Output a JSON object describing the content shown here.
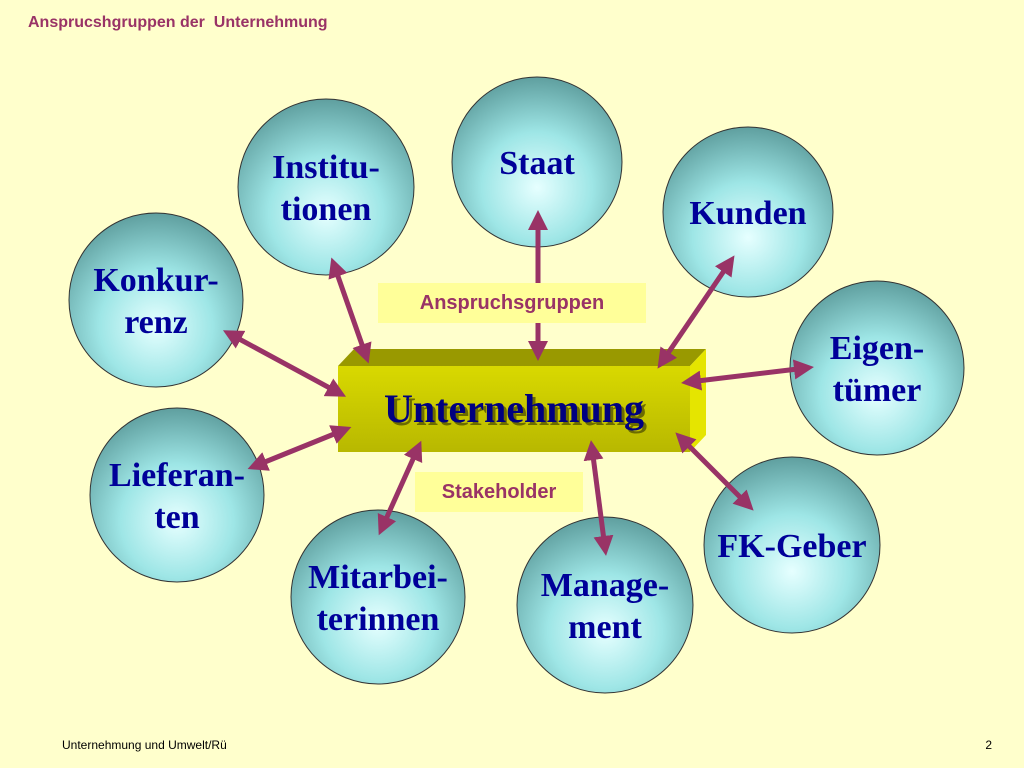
{
  "slide": {
    "title": "Ansprucshgruppen der  Unternehmung",
    "footer_left": "Unternehmung und Umwelt/Rü",
    "page_number": "2"
  },
  "center": {
    "label": "Unternehmung"
  },
  "tags": {
    "top": "Anspruchsgruppen",
    "bottom": "Stakeholder"
  },
  "nodes": [
    {
      "id": "staat",
      "lines": [
        "Staat"
      ]
    },
    {
      "id": "institutionen",
      "lines": [
        "Institu-",
        "tionen"
      ]
    },
    {
      "id": "kunden",
      "lines": [
        "Kunden"
      ]
    },
    {
      "id": "konkurrenz",
      "lines": [
        "Konkur-",
        "renz"
      ]
    },
    {
      "id": "eigentuemer",
      "lines": [
        "Eigen-",
        "tümer"
      ]
    },
    {
      "id": "lieferanten",
      "lines": [
        "Lieferan-",
        "ten"
      ]
    },
    {
      "id": "fk-geber",
      "lines": [
        "FK-Geber"
      ]
    },
    {
      "id": "mitarbeiterinnen",
      "lines": [
        "Mitarbei-",
        "terinnen"
      ]
    },
    {
      "id": "management",
      "lines": [
        "Manage-",
        "ment"
      ]
    }
  ],
  "colors": {
    "background": "#ffffcc",
    "arrow": "#993366",
    "node_text": "#000099",
    "box_front": "#cccc00",
    "tag_bg": "#ffff99"
  }
}
